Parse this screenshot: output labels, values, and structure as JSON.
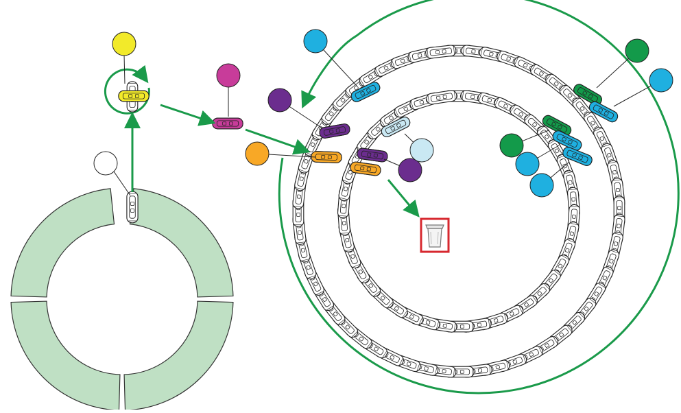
{
  "diagram": {
    "colors": {
      "ring_fill": "#bfe0c4",
      "arrow": "#1a9a4a",
      "cuvette_stroke": "#222222",
      "trash_frame": "#d7282f",
      "yellow": "#f2ea2a",
      "magenta": "#c83c9a",
      "orange": "#f8a826",
      "purple": "#6b2d8e",
      "cyan": "#1fb0e0",
      "light_cyan": "#c9e8f3",
      "green": "#139a4a",
      "white": "#ffffff"
    },
    "icons": {
      "trash": "trash-bin-icon",
      "cuvette": "cuvette-icon",
      "marker": "circle-marker-icon"
    },
    "stages": [
      {
        "id": "loading-ring",
        "segments": 4
      },
      {
        "id": "rotation-station",
        "marker": "yellow"
      },
      {
        "id": "transfer-station",
        "marker": "magenta"
      },
      {
        "id": "incubator-wheel",
        "rings": 2
      },
      {
        "id": "waste-bin"
      }
    ],
    "incubator_markers": [
      "orange",
      "purple",
      "purple",
      "cyan",
      "light_cyan",
      "green",
      "green",
      "cyan",
      "cyan",
      "cyan"
    ]
  }
}
